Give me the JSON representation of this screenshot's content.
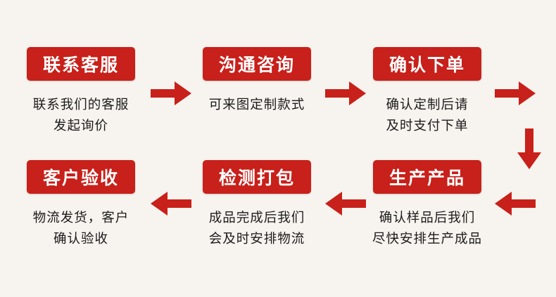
{
  "colors": {
    "accent": "#c8201a",
    "text": "#1c1c1c",
    "background": "#f7f3ee"
  },
  "steps": [
    {
      "title": "联系客服",
      "desc": "联系我们的客服\n发起询价"
    },
    {
      "title": "沟通咨询",
      "desc": "可来图定制款式"
    },
    {
      "title": "确认下单",
      "desc": "确认定制后请\n及时支付下单"
    },
    {
      "title": "生产产品",
      "desc": "确认样品后我们\n尽快安排生产成品"
    },
    {
      "title": "检测打包",
      "desc": "成品完成后我们\n会及时安排物流"
    },
    {
      "title": "客户验收",
      "desc": "物流发货，客户\n确认验收"
    }
  ],
  "arrows": [
    {
      "icon": "arrow-right-icon"
    },
    {
      "icon": "arrow-right-icon"
    },
    {
      "icon": "arrow-right-icon"
    },
    {
      "icon": "arrow-down-icon"
    },
    {
      "icon": "arrow-left-icon"
    },
    {
      "icon": "arrow-left-icon"
    },
    {
      "icon": "arrow-left-icon"
    }
  ]
}
